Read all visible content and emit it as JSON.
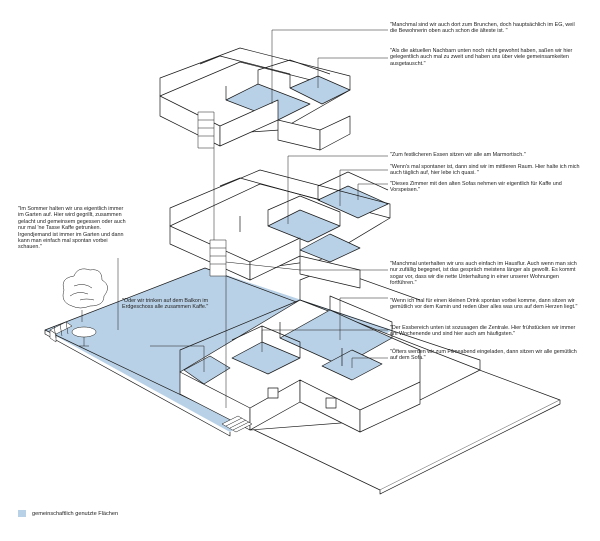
{
  "colors": {
    "shared": "#b9d1e6",
    "line": "#1a1a1a",
    "wall": "#ffffff"
  },
  "annotations": {
    "q1": "\"Manchmal sind wir auch dort zum Brunchen, doch hauptsächlich im EG, weil die Bewohnerin oben auch schon die älteste ist. \"",
    "q2": "\"Als die aktuellen Nachbarn unten noch nicht gewohnt haben, saßen wir hier gelegentlich auch mal zu zweit und haben uns über viele gemeinsamkeiten ausgetauscht.\"",
    "q3": "\"Zum festlicheren Essen sitzen wir alle am Marmortisch.\"",
    "q4": "\"Wenn's mal spontaner ist, dann sind wir im mittleren Raum. Hier halte ich mich auch täglich auf, hier lebe ich quasi. \"",
    "q5": "\"Dieses Zimmer mit den alten Sofas nehmen wir eigentlich für Kaffe und Vorspeisen.\"",
    "q6": "\"Im Sommer halten wir uns eigentlich immer im Garten auf. Hier wird gegrillt, zusammen gelacht und gemeinsem gegessen oder auch nur mal 'ne Tasse Kaffe getrunken. Irgendjemand ist immer im Garten und dann kann man einfach mal spontan vorbei schauen.\"",
    "q7": "\"Manchmal unterhalten wir uns auch einfach im Hausflur. Auch wenn man sich nur zufällig begegnet, ist das gespräch meistens länger als gewollt. Es kommt sogar vor, dass wir die nette Unterhaltung in einer unserer Wohnungen fortführen.\"",
    "q8": "\"Oder wir trinken auf dem Balkon im Erdgeschoss alle zusammen Kaffe.\"",
    "q9": "\"Wenn ich mal für einen kleinen Drink spontan vorbei komme, dann sitzen wir gemütlich vor dem Kamin und reden über alles was uns auf dem Herzen liegt.\"",
    "q10": "\"Der Essbereich unten ist sozusagen die Zentrale. Hier frühstücken wir immer am Wochenende und sind hier auch am häufigsten.\"",
    "q11": "\"Öfters werden wir zum Filmeabend eingeladen, dann sitzen wir alle gemütlich auf dem Sofa.\""
  },
  "legend": {
    "label": "gemeinschaftlich genutzte Flächen"
  }
}
